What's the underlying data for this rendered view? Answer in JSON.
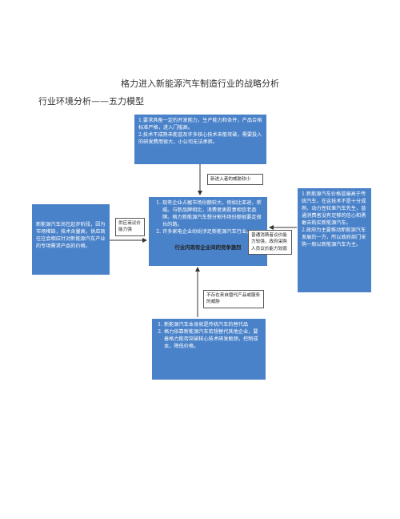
{
  "header": {
    "title": "格力进入新能源汽车制造行业的战略分析",
    "subtitle": "行业环境分析——五力模型"
  },
  "top_box": {
    "items": [
      "1.要求具备一定的开发能力，生产能力和条件，产品合格标准严格，进入门槛高。",
      "2.技术不成熟未能普及许多核心技术未能攻破，需要投入的研发费用很大，小公司无法承担。"
    ]
  },
  "left_box": {
    "text": "新能源汽车尚在起步阶段，因为市场稀缺，技术含量高，供应商往往会相应针对新能源汽车产业的专项需求产品的价格。"
  },
  "center_box": {
    "items": [
      "现有企业占据市场份额较大，例如比亚迪，荣威。与新品牌相比，消费者更愿意相信老品牌。格力新能源汽车想分割市场份额很要走很长的路。",
      "许多家电企业纷纷涉足新能源汽车行业。"
    ],
    "caption": "行业内现有企业间的竞争激烈"
  },
  "right_box": {
    "items": [
      "1.新能源汽车价格普遍高于传统汽车，在这技术不是十分成熟、动力性较差汽车先生，普通消费者没有足够的信心和勇敢去购买新能源汽车。",
      "2.政府为主要推动新能源汽车发展的一方，所以政府部门采购一般以新能源汽车为主。"
    ]
  },
  "bottom_box": {
    "items": [
      "新能源汽车本身就是传统汽车的替代品",
      "格力依靠新能源汽车若想替代其他企业，要着格力能否突破核心技术研发瓶颈，控制成本，降低价格。"
    ]
  },
  "labels": {
    "entrants": "新进入者的威胁较小",
    "suppliers": "供应商议价能力强",
    "buyers": "普通消费者议价能力较强，政府采购人员议价能力较弱",
    "substitutes": "不存在来自替代产品或服务的威胁"
  }
}
